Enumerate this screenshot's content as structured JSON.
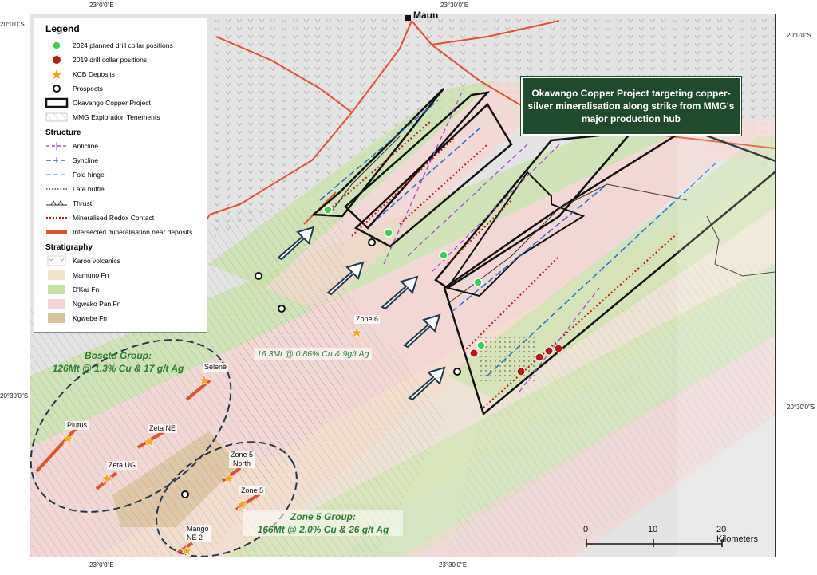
{
  "map": {
    "place_label": "Maun",
    "coordinates": {
      "top_left_lon": "23°0'0\"E",
      "top_right_lon": "23°30'0\"E",
      "bottom_left_lon": "23°0'0\"E",
      "bottom_right_lon": "23°30'0\"E",
      "left_top_lat": "20°0'0\"S",
      "left_mid_lat": "20°30'0\"S",
      "right_top_lat": "20°0'0\"S",
      "right_mid_lat": "20°30'0\"S"
    },
    "callout": "Okavango Copper Project targeting copper-silver mineralisation along strike from MMG's major production hub",
    "boseto_group": {
      "name": "Boseto Group:",
      "resource": "126Mt @ 1.3% Cu & 17 g/t Ag"
    },
    "zone5_group": {
      "name": "Zone 5 Group:",
      "resource": "166Mt @ 2.0% Cu & 26 g/t Ag"
    },
    "zone6_resource": "16.3Mt @ 0.86% Cu & 9g/t Ag",
    "deposits": {
      "selene": "Selene",
      "plutus": "Plutus",
      "zeta_ne": "Zeta NE",
      "zeta_ug": "Zeta UG",
      "zone5_north_1": "Zone 5",
      "zone5_north_2": "North",
      "zone5": "Zone 5",
      "mango_1": "Mango",
      "mango_2": "NE 2",
      "zone6": "Zone 6"
    },
    "scalebar": {
      "tick_0": "0",
      "tick_10": "10",
      "tick_20": "20 Kilometers"
    }
  },
  "legend": {
    "title": "Legend",
    "items": {
      "planned_2024": "2024 planned drill collar positions",
      "drill_2019": "2019 drill collar positions",
      "kcb_deposits": "KCB Deposits",
      "prospects": "Prospects",
      "okavango_project": "Okavango Copper Project",
      "mmg_tenements": "MMG Exploration Tenements"
    },
    "structure_title": "Structure",
    "structure": {
      "anticline": "Anticline",
      "syncline": "Syncline",
      "fold_hinge": "Fold hinge",
      "late_brittle": "Late brittle",
      "thrust": "Thrust",
      "redox": "Mineralised Redox Contact",
      "intersected": "Intersected mineralisation near deposits"
    },
    "stratigraphy_title": "Stratigraphy",
    "stratigraphy": {
      "karoo": "Karoo volcanics",
      "mamuno": "Mamuno Fn",
      "dkar": "D'Kar Fn",
      "ngwako": "Ngwako Pan Fn",
      "kgwebe": "Kgwebe Fn"
    }
  },
  "colors": {
    "planned_green": "#39d353",
    "drill_red": "#c0141b",
    "kcb_orange": "#f2a81c",
    "mamuno": "#f3e4cc",
    "dkar": "#c6e3a3",
    "ngwako": "#f6d4cf",
    "kgwebe": "#d9c49a",
    "callout_bg": "#1f4a2c",
    "group_green": "#2e7d32",
    "road_red": "#e2502f"
  }
}
